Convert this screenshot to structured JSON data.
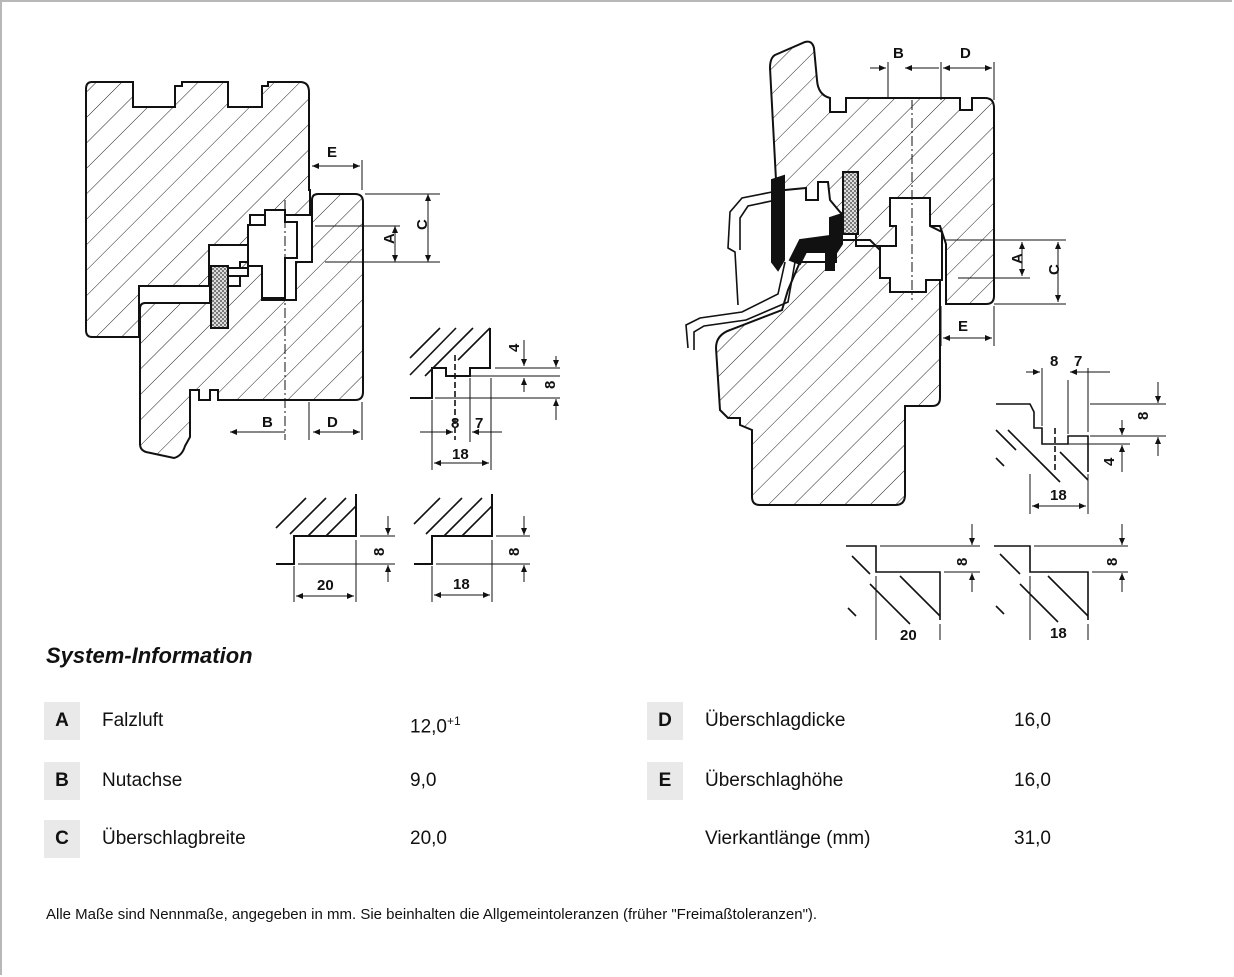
{
  "dimension_letters": {
    "A": "A",
    "B": "B",
    "C": "C",
    "D": "D",
    "E": "E"
  },
  "dimension_numbers": {
    "d4": "4",
    "d7": "7",
    "d8": "8",
    "d18": "18",
    "d20": "20"
  },
  "section_title": "System-Information",
  "rows_left": [
    {
      "letter": "A",
      "label": "Falzluft",
      "value": "12,0",
      "sup": "+1"
    },
    {
      "letter": "B",
      "label": "Nutachse",
      "value": "9,0",
      "sup": ""
    },
    {
      "letter": "C",
      "label": "Überschlagbreite",
      "value": "20,0",
      "sup": ""
    }
  ],
  "rows_right": [
    {
      "letter": "D",
      "label": "Überschlagdicke",
      "value": "16,0"
    },
    {
      "letter": "E",
      "label": "Überschlaghöhe",
      "value": "16,0"
    },
    {
      "letter": "",
      "label": "Vierkantlänge (mm)",
      "value": "31,0"
    }
  ],
  "footnote": "Alle Maße sind Nennmaße, angegeben in mm. Sie beinhalten die Allgemeintoleranzen (früher \"Freimaßtoleranzen\")."
}
